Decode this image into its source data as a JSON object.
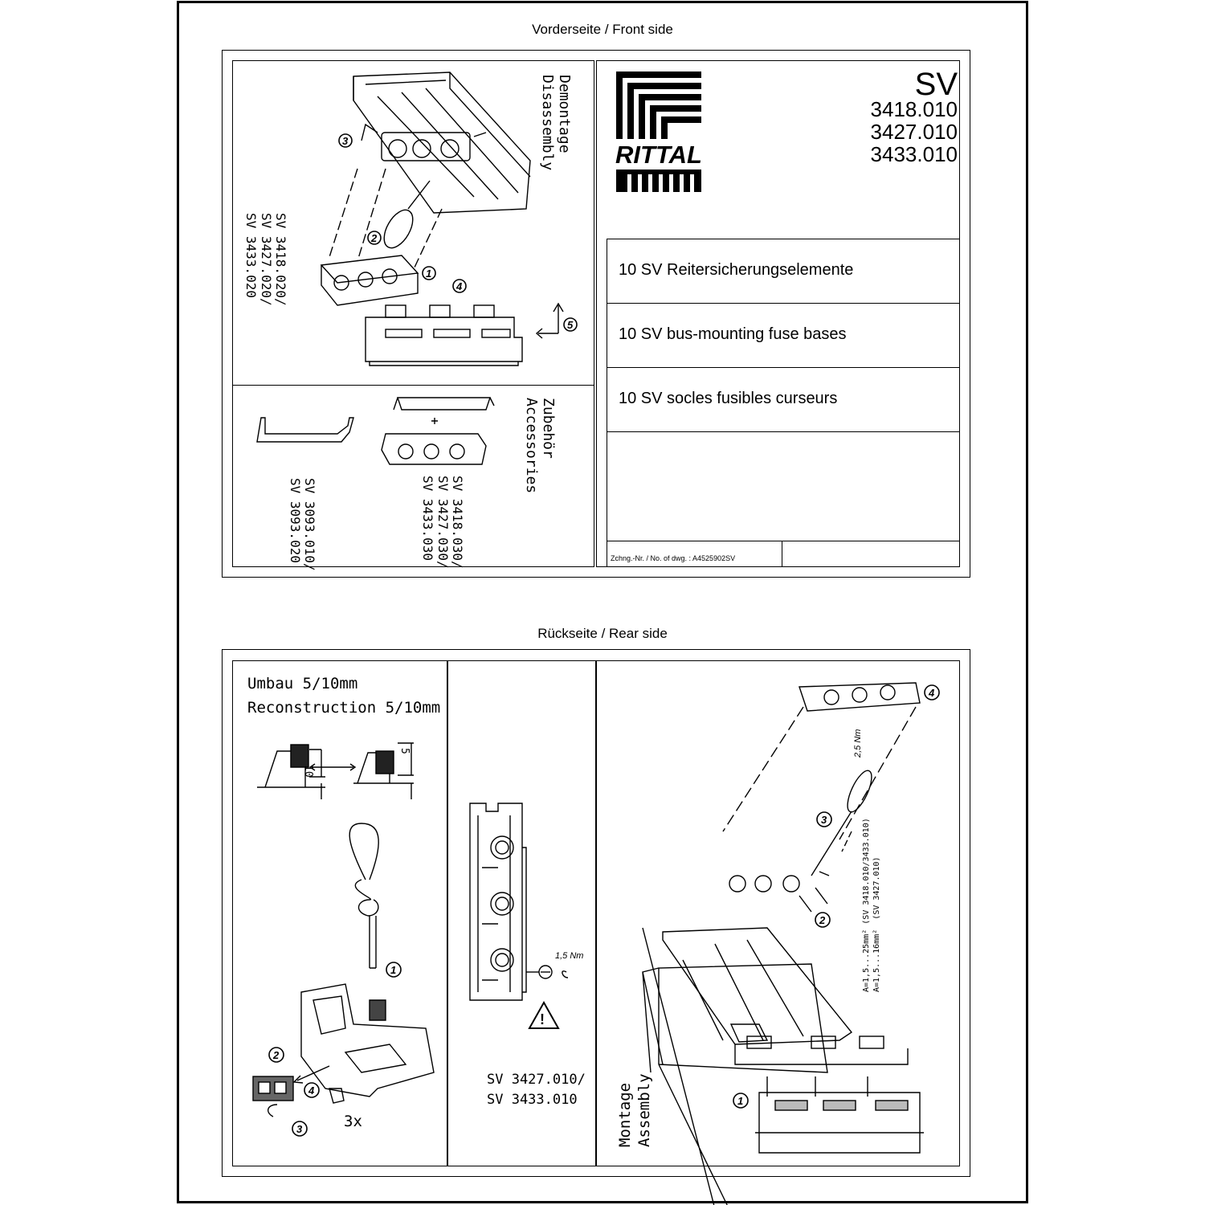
{
  "front": {
    "header": "Vorderseite / Front side",
    "disassembly_title": "Demontage\nDisassembly",
    "disassembly_parts": "SV 3418.020/\nSV 3427.020/\nSV 3433.020",
    "accessories_title": "Zubehör\nAccessories",
    "accessories_parts_a": "SV 3418.030/\nSV 3427.030/\nSV 3433.030",
    "accessories_parts_b": "SV 3093.010/\nSV 3093.020",
    "logo_text": "RITTAL",
    "product": "SV",
    "codes": [
      "3418.010",
      "3427.010",
      "3433.010"
    ],
    "descriptions": [
      "10 SV Reitersicherungselemente",
      "10 SV bus-mounting fuse bases",
      "10 SV socles fusibles curseurs"
    ],
    "drawing_no": "Zchng.-Nr. / No. of dwg. : A4525902SV",
    "step_numbers": [
      "1",
      "2",
      "3",
      "4",
      "5"
    ]
  },
  "rear": {
    "header": "Rückseite / Rear side",
    "reconstruction_title": "Umbau 5/10mm\nReconstruction 5/10mm",
    "dim_10": "10",
    "dim_5": "5",
    "count": "3x",
    "torque_small": "1,5 Nm",
    "middle_parts": "SV 3427.010/\nSV 3433.010",
    "torque_large": "2,5 Nm",
    "cross_sections": "A=1,5...25mm² (SV 3418.010/3433.010)\nA=1,5...16mm²  (SV 3427.010)",
    "assembly_title": "Montage\nAssembly",
    "step_numbers": [
      "1",
      "2",
      "3",
      "4"
    ]
  }
}
